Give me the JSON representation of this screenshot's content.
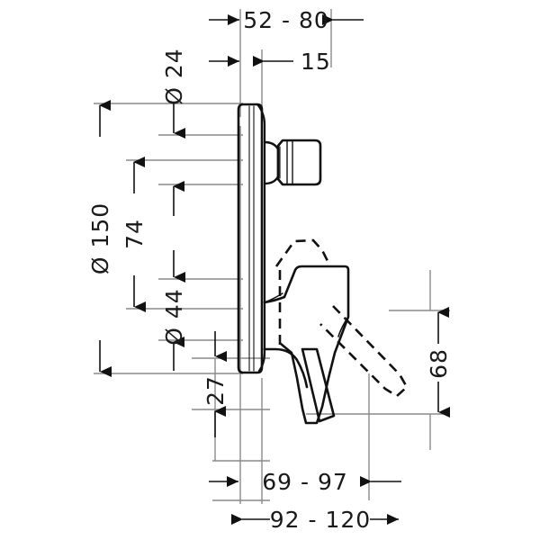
{
  "drawing": {
    "title": "Concealed single lever bath mixer - dimension drawing",
    "units": "mm",
    "line_color": "#1a1a1a",
    "dim_line_color": "#808080",
    "background": "#ffffff"
  },
  "dimensions": {
    "top_depth": {
      "label": "52 - 80",
      "orientation": "horizontal",
      "name": "installation-depth"
    },
    "plate_thickness": {
      "label": "15",
      "orientation": "horizontal",
      "name": "escutcheon-thickness"
    },
    "plate_diameter": {
      "label": "Ø 150",
      "orientation": "vertical",
      "name": "escutcheon-diameter"
    },
    "body_height": {
      "label": "74",
      "orientation": "vertical",
      "name": "body-height"
    },
    "knob_diameter": {
      "label": "Ø 24",
      "orientation": "vertical",
      "name": "diverter-knob-diameter"
    },
    "valve_diameter": {
      "label": "Ø 44",
      "orientation": "vertical",
      "name": "valve-body-diameter"
    },
    "lower_offset": {
      "label": "27",
      "orientation": "vertical",
      "name": "lower-offset"
    },
    "lever_height": {
      "label": "68",
      "orientation": "vertical",
      "name": "lever-projection-height"
    },
    "mid_projection": {
      "label": "69 - 97",
      "orientation": "horizontal",
      "name": "handle-projection"
    },
    "total_projection": {
      "label": "92 - 120",
      "orientation": "horizontal",
      "name": "total-projection"
    }
  }
}
